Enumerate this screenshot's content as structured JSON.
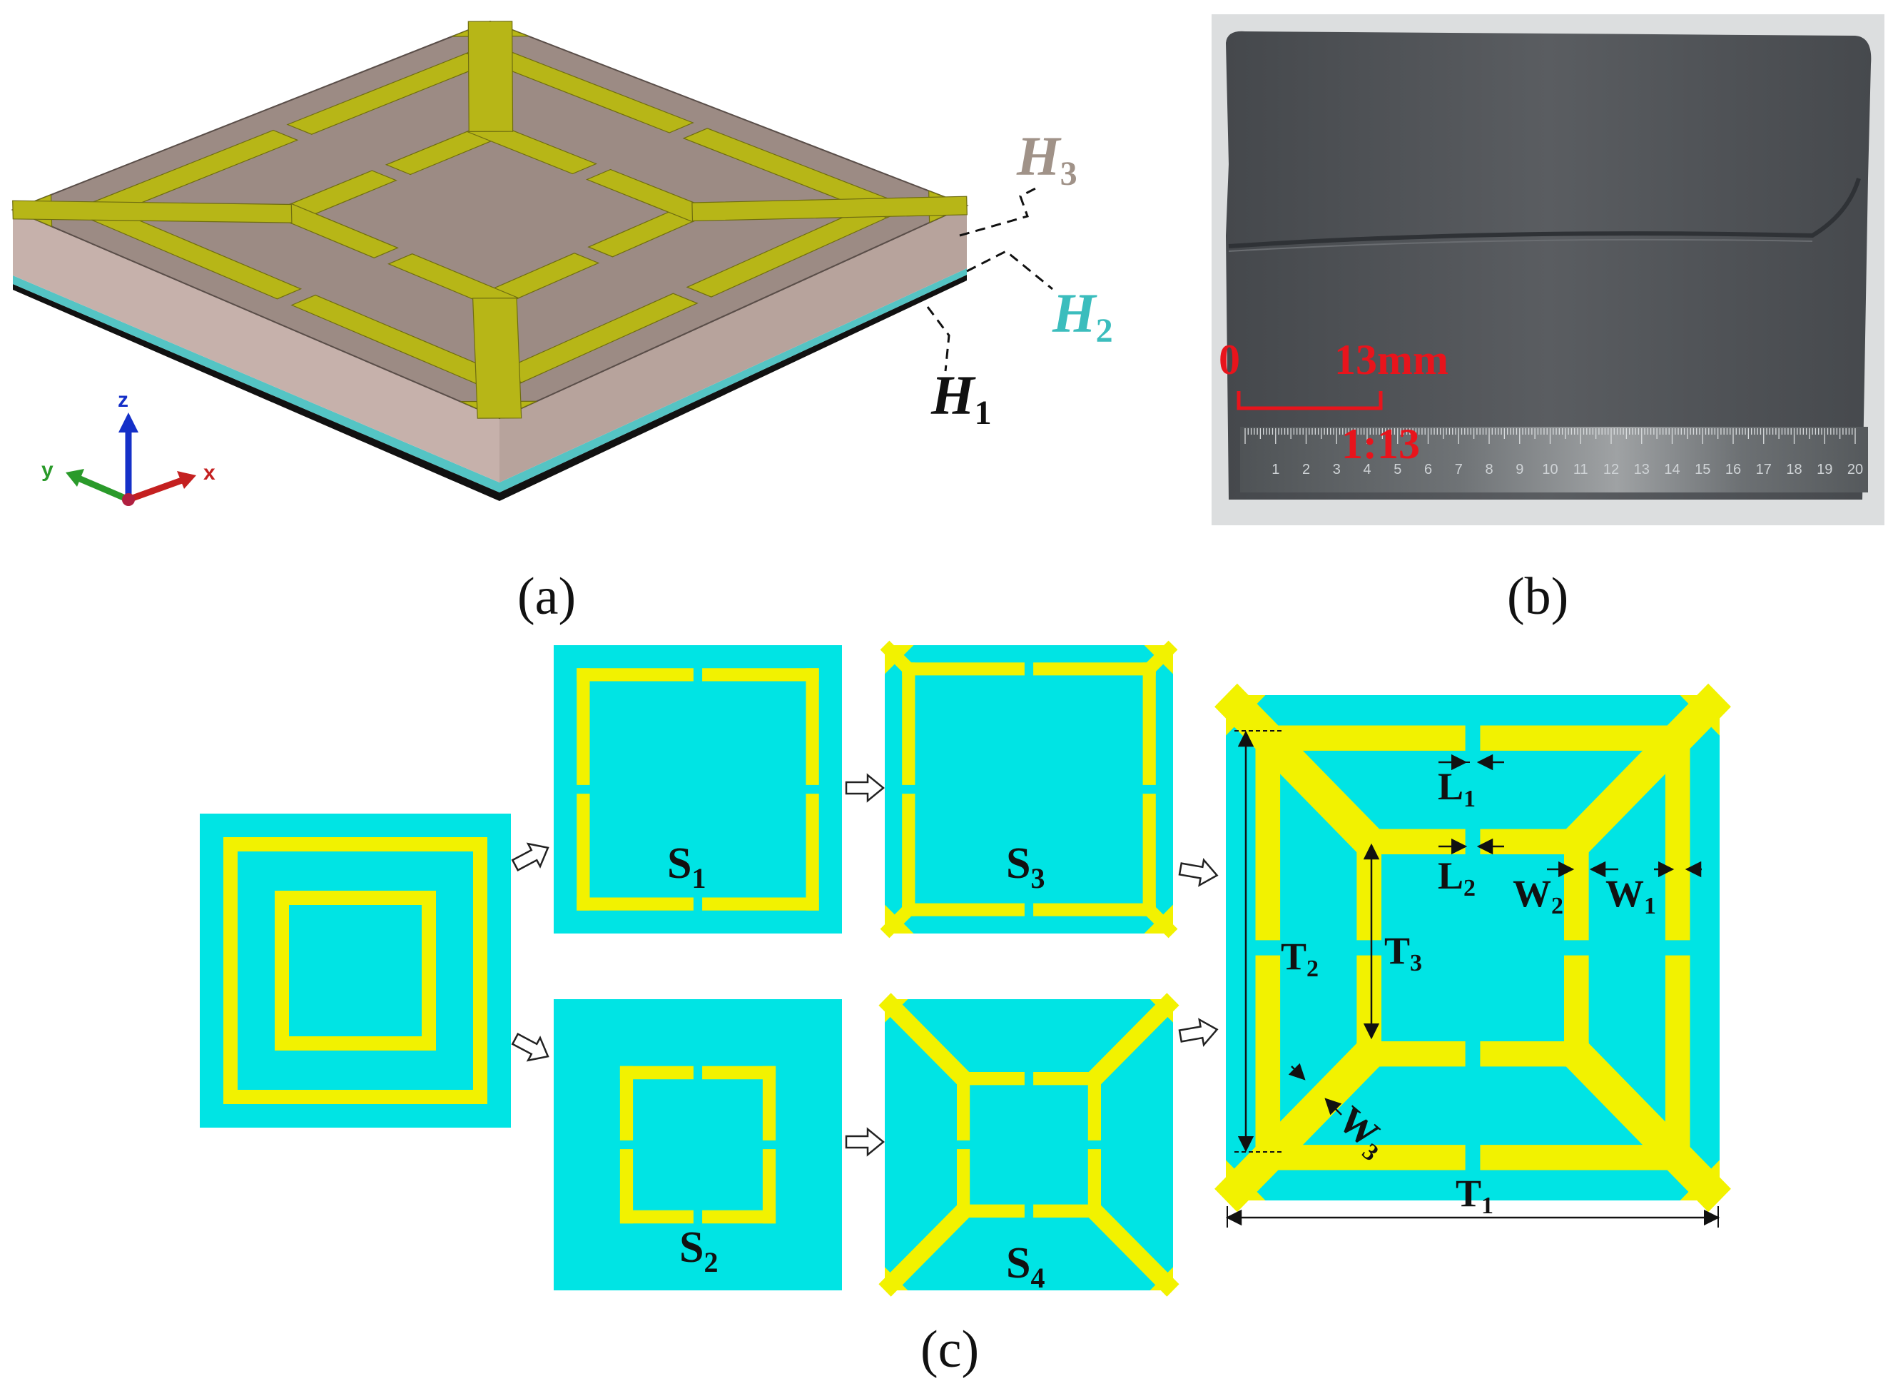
{
  "colors": {
    "substrate": "#00e4e4",
    "metal": "#f2f200",
    "metal_3d": "#b7b617",
    "layer_top": "#9c8b84",
    "layer_side": "#c6b1ab",
    "layer_middle": "#54c4c4",
    "layer_bottom": "#111111",
    "photo_bg": "#dcdedf",
    "sheet": "#4e5155",
    "ruler": "#7a7d80",
    "red": "#e8141c",
    "h3": "#a09288",
    "h2": "#3bbdbd",
    "h1": "#111111"
  },
  "panels": {
    "a": {
      "label": "(a)"
    },
    "b": {
      "label": "(b)"
    },
    "c": {
      "label": "(c)"
    }
  },
  "layers_3d": {
    "H3": {
      "main": "H",
      "sub": "3"
    },
    "H2": {
      "main": "H",
      "sub": "2"
    },
    "H1": {
      "main": "H",
      "sub": "1"
    },
    "axes": {
      "x": "x",
      "y": "y",
      "z": "z"
    },
    "icons": [
      "axes-triad-icon"
    ]
  },
  "photo": {
    "scale_zero": "0",
    "scale_length": "13mm",
    "scale_ratio": "1:13",
    "ruler_numbers": [
      "1",
      "2",
      "3",
      "4",
      "5",
      "6",
      "7",
      "8",
      "9",
      "10",
      "11",
      "12",
      "13",
      "14",
      "15",
      "16",
      "17",
      "18",
      "19",
      "20"
    ]
  },
  "steps": {
    "S1": {
      "main": "S",
      "sub": "1"
    },
    "S2": {
      "main": "S",
      "sub": "2"
    },
    "S3": {
      "main": "S",
      "sub": "3"
    },
    "S4": {
      "main": "S",
      "sub": "4"
    },
    "icons": [
      "arrow-right-icon"
    ]
  },
  "dimensions": {
    "L1": {
      "main": "L",
      "sub": "1"
    },
    "L2": {
      "main": "L",
      "sub": "2"
    },
    "W1": {
      "main": "W",
      "sub": "1"
    },
    "W2": {
      "main": "W",
      "sub": "2"
    },
    "W3": {
      "main": "W",
      "sub": "3"
    },
    "T1": {
      "main": "T",
      "sub": "1"
    },
    "T2": {
      "main": "T",
      "sub": "2"
    },
    "T3": {
      "main": "T",
      "sub": "3"
    }
  }
}
